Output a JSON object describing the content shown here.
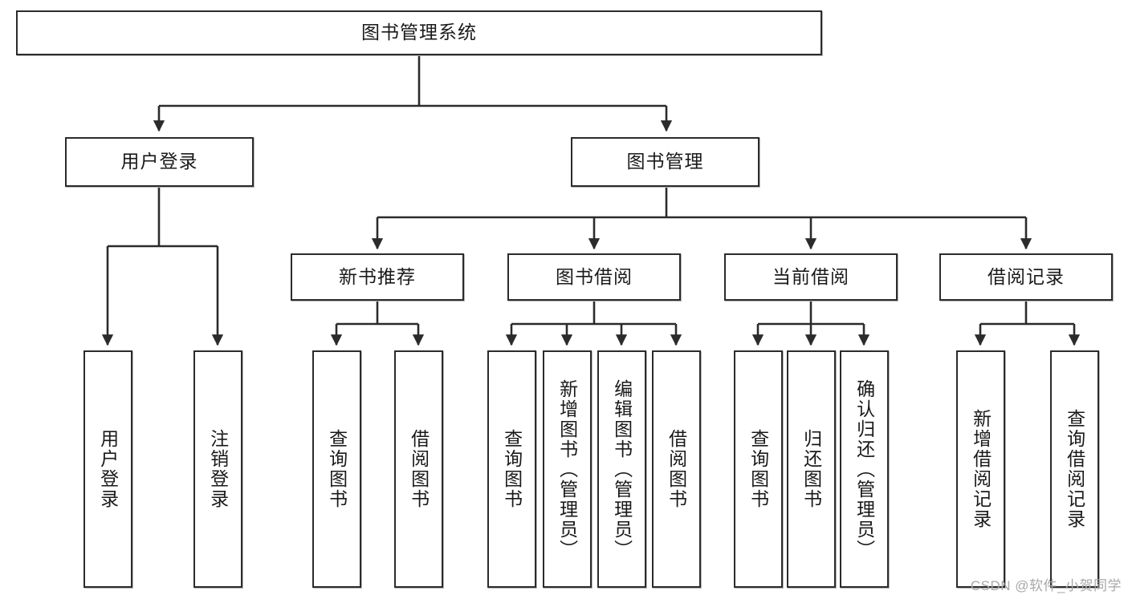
{
  "diagram": {
    "type": "tree-hierarchy-chart",
    "title": "图书管理系统",
    "watermark": "CSDN @软件_小贺同学",
    "colors": {
      "box_border": "#2b2b2b",
      "box_fill": "#ffffff",
      "connector": "#2b2b2b",
      "text": "#1a1a1a",
      "watermark": "#a8a8a8"
    },
    "levels": {
      "root": {
        "label": "图书管理系统"
      },
      "level2": [
        {
          "label": "用户登录"
        },
        {
          "label": "图书管理"
        }
      ],
      "level3": [
        {
          "label": "新书推荐"
        },
        {
          "label": "图书借阅"
        },
        {
          "label": "当前借阅"
        },
        {
          "label": "借阅记录"
        }
      ],
      "leaves": {
        "user_login": [
          {
            "label": "用户登录"
          },
          {
            "label": "注销登录"
          }
        ],
        "new_book_recommend": [
          {
            "label": "查询图书"
          },
          {
            "label": "借阅图书"
          }
        ],
        "book_borrow": [
          {
            "label": "查询图书"
          },
          {
            "label": "新增图书（管理员）"
          },
          {
            "label": "编辑图书（管理员）"
          },
          {
            "label": "借阅图书"
          }
        ],
        "current_borrow": [
          {
            "label": "查询图书"
          },
          {
            "label": "归还图书"
          },
          {
            "label": "确认归还（管理员）"
          }
        ],
        "borrow_record": [
          {
            "label": "新增借阅记录"
          },
          {
            "label": "查询借阅记录"
          }
        ]
      }
    }
  }
}
